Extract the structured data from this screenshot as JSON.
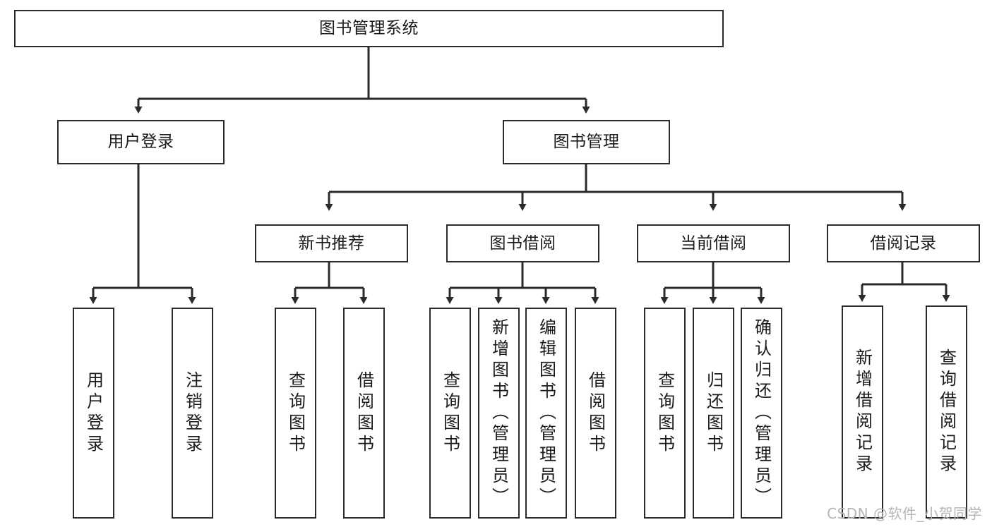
{
  "diagram": {
    "type": "tree-hierarchy",
    "title": "图书管理系统",
    "watermark": "CSDN @软件_小贺同学",
    "colors": {
      "stroke": "#2b2b2b",
      "fill": "#ffffff",
      "text": "#1a1a1a",
      "watermark": "#b5b5b5"
    },
    "levels": {
      "root": {
        "id": "root",
        "label": "图书管理系统",
        "orientation": "horizontal"
      },
      "level2": [
        {
          "id": "user-login",
          "label": "用户登录",
          "orientation": "horizontal"
        },
        {
          "id": "book-manage",
          "label": "图书管理",
          "orientation": "horizontal"
        }
      ],
      "level3": [
        {
          "id": "new-book-recommend",
          "label": "新书推荐",
          "orientation": "horizontal",
          "parent": "book-manage"
        },
        {
          "id": "book-borrow",
          "label": "图书借阅",
          "orientation": "horizontal",
          "parent": "book-manage"
        },
        {
          "id": "current-borrow",
          "label": "当前借阅",
          "orientation": "horizontal",
          "parent": "book-manage"
        },
        {
          "id": "borrow-record",
          "label": "借阅记录",
          "orientation": "horizontal",
          "parent": "book-manage"
        }
      ],
      "leaves": [
        {
          "id": "leaf-user-login",
          "label": "用户登录",
          "parent": "user-login"
        },
        {
          "id": "leaf-logout-login",
          "label": "注销登录",
          "parent": "user-login"
        },
        {
          "id": "leaf-query-book-1",
          "label": "查询图书",
          "parent": "new-book-recommend"
        },
        {
          "id": "leaf-borrow-book-1",
          "label": "借阅图书",
          "parent": "new-book-recommend"
        },
        {
          "id": "leaf-query-book-2",
          "label": "查询图书",
          "parent": "book-borrow"
        },
        {
          "id": "leaf-add-book",
          "label": "新增图书（管理员）",
          "parent": "book-borrow"
        },
        {
          "id": "leaf-edit-book",
          "label": "编辑图书（管理员）",
          "parent": "book-borrow"
        },
        {
          "id": "leaf-borrow-book-2",
          "label": "借阅图书",
          "parent": "book-borrow"
        },
        {
          "id": "leaf-query-book-3",
          "label": "查询图书",
          "parent": "current-borrow"
        },
        {
          "id": "leaf-return-book",
          "label": "归还图书",
          "parent": "current-borrow"
        },
        {
          "id": "leaf-confirm-return",
          "label": "确认归还（管理员）",
          "parent": "current-borrow"
        },
        {
          "id": "leaf-add-record",
          "label": "新增借阅记录",
          "parent": "borrow-record"
        },
        {
          "id": "leaf-query-record",
          "label": "查询借阅记录",
          "parent": "borrow-record"
        }
      ]
    }
  }
}
